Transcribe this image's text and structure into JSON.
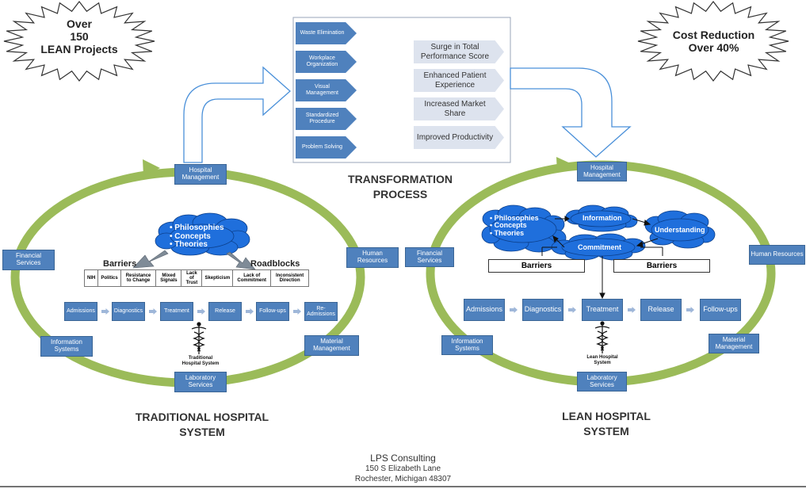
{
  "bursts": {
    "left": [
      "Over",
      "150",
      "LEAN Projects"
    ],
    "right": [
      "Cost Reduction",
      "Over 40%"
    ]
  },
  "transformation": {
    "steps": [
      "Waste Elimination",
      "Workplace Organization",
      "Visual Management",
      "Standardized Procedure",
      "Problem Solving"
    ],
    "results": [
      "Surge in Total Performance Score",
      "Enhanced Patient Experience",
      "Increased Market Share",
      "Improved Productivity"
    ],
    "title_lines": [
      "TRANSFORMATION",
      "PROCESS"
    ]
  },
  "traditional": {
    "nodes": {
      "top": "Hospital Management",
      "left": "Financial Services",
      "right": "Human Resources",
      "bottom_left": "Information Systems",
      "bottom_right": "Material Management",
      "bottom": "Laboratory Services"
    },
    "cloud": [
      "Philosophies",
      "Concepts",
      "Theories"
    ],
    "barriers_label": "Barriers",
    "roadblocks_label": "Roadblocks",
    "table": [
      "NIH",
      "Politics",
      "Resistance to Change",
      "Mixed Signals",
      "Lack of Trust",
      "Skepticism",
      "Lack of Commitment",
      "Inconsistent Direction"
    ],
    "flow": [
      "Admissions",
      "Diagnostics",
      "Treatment",
      "Release",
      "Follow-ups",
      "Re-Admissions"
    ],
    "logo_caption": "Traditional Hospital System",
    "title_lines": [
      "TRADITIONAL HOSPITAL",
      "SYSTEM"
    ]
  },
  "lean": {
    "nodes": {
      "top": "Hospital Management",
      "left": "Financial Services",
      "right": "Human Resources",
      "bottom_left": "Information Systems",
      "bottom_right": "Material Management",
      "bottom": "Laboratory Services"
    },
    "cloud": [
      "Philosophies",
      "Concepts",
      "Theories"
    ],
    "information": "Information",
    "understanding": "Understanding",
    "commitment": "Commitment",
    "barriers_left": "Barriers",
    "barriers_right": "Barriers",
    "flow": [
      "Admissions",
      "Diagnostics",
      "Treatment",
      "Release",
      "Follow-ups"
    ],
    "logo_caption": "Lean Hospital System",
    "title_lines": [
      "LEAN HOSPITAL",
      "SYSTEM"
    ]
  },
  "footer": {
    "company": "LPS Consulting",
    "address1": "150 S Elizabeth Lane",
    "address2": "Rochester, Michigan 48307"
  },
  "colors": {
    "box_blue": "#4f81bd",
    "ring_green": "#9bbb59",
    "cloud_blue": "#1f6fdc",
    "arrow_outline": "#4a90d9"
  }
}
